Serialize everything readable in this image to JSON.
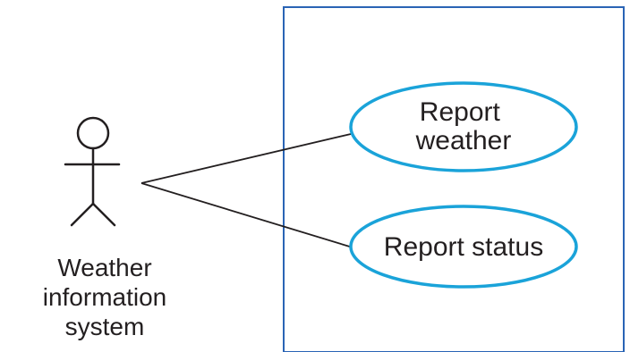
{
  "diagram": {
    "type": "uml-use-case",
    "colors": {
      "system_boundary": "#2a64b5",
      "use_case_border": "#1aa3d9",
      "lines": "#231f20",
      "text": "#231f20"
    },
    "actor": {
      "icon": "stick-figure-icon",
      "label_lines": [
        "Weather",
        "information",
        "system"
      ]
    },
    "use_cases": [
      {
        "id": "report-weather",
        "label_lines": [
          "Report",
          "weather"
        ]
      },
      {
        "id": "report-status",
        "label_lines": [
          "Report status"
        ]
      }
    ],
    "associations": [
      {
        "from": "actor",
        "to": "report-weather"
      },
      {
        "from": "actor",
        "to": "report-status"
      }
    ]
  }
}
